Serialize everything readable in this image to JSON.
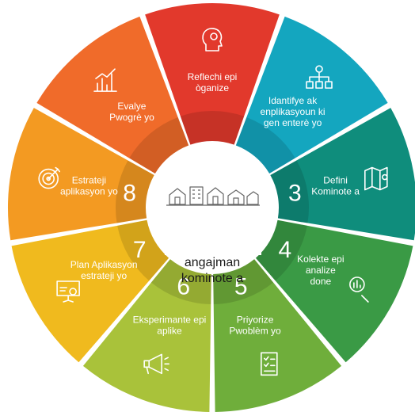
{
  "center": {
    "caption_line1": "angajman",
    "caption_line2": "kominote a"
  },
  "segments": [
    {
      "id": "s1",
      "label_lines": [
        "Reflechi epi",
        "òganize"
      ],
      "number": "",
      "color": "#e2392c",
      "icon": "head-gears-icon"
    },
    {
      "id": "s2",
      "label_lines": [
        "Idantifye ak",
        "enplikasyoun ki",
        "gen enterè yo"
      ],
      "number": "",
      "color": "#14a6bf",
      "icon": "org-chart-icon"
    },
    {
      "id": "s3",
      "label_lines": [
        "Defini",
        "Kominote a"
      ],
      "number": "3",
      "color": "#0f8d7c",
      "icon": "map-pin-icon"
    },
    {
      "id": "s4",
      "label_lines": [
        "Kolekte epi",
        "analize",
        "done"
      ],
      "number": "4",
      "color": "#3a9a45",
      "icon": "magnifier-chart-icon"
    },
    {
      "id": "s5",
      "label_lines": [
        "Priyorize",
        "Pwoblèm yo"
      ],
      "number": "5",
      "color": "#6fae3b",
      "icon": "checklist-icon"
    },
    {
      "id": "s6",
      "label_lines": [
        "Eksperimante epi",
        "aplike"
      ],
      "number": "6",
      "color": "#a9c23a",
      "icon": "megaphone-icon"
    },
    {
      "id": "s7",
      "label_lines": [
        "Plan Aplikasyon",
        "estrateji yo"
      ],
      "number": "7",
      "color": "#f0ba1e",
      "icon": "presentation-icon"
    },
    {
      "id": "s8",
      "label_lines": [
        "Estrateji",
        "aplikasyon yo"
      ],
      "number": "8",
      "color": "#f39a22",
      "icon": "target-icon"
    },
    {
      "id": "s9",
      "label_lines": [
        "Evalye",
        "Pwogrè yo"
      ],
      "number": "",
      "color": "#f06b2a",
      "icon": "bar-chart-icon"
    }
  ]
}
